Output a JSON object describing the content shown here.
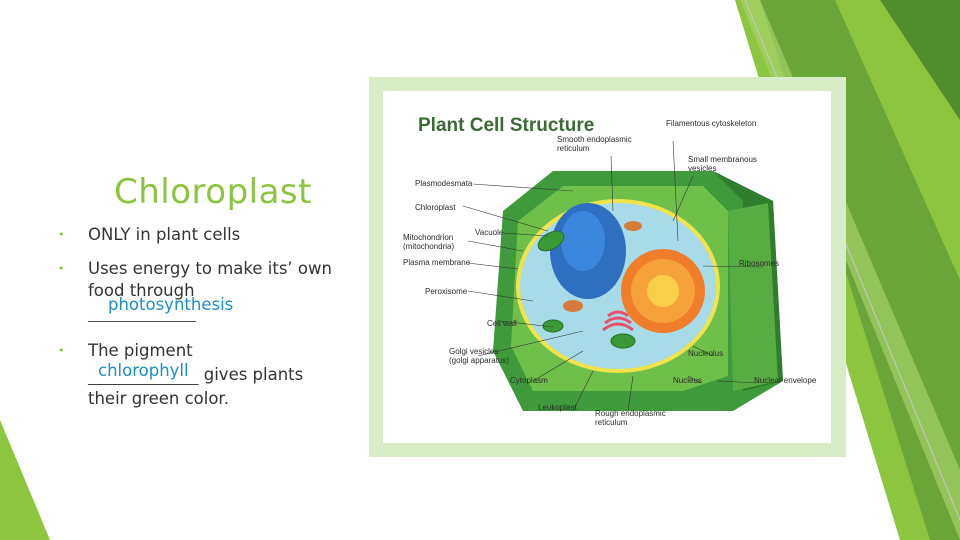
{
  "slide": {
    "title": "Chloroplast",
    "bullets": [
      {
        "text": "ONLY in plant cells"
      },
      {
        "line1": "Uses energy to make its’ own",
        "line2": "food through",
        "blank": "__________________",
        "answer": "photosynthesis"
      },
      {
        "line1": "The pigment",
        "blank": "_________________",
        "answer": "chlorophyll",
        "after": " gives plants",
        "line3": "their green color."
      }
    ]
  },
  "figure": {
    "title": "Plant Cell Structure",
    "labels": {
      "filamentous": "Filamentous cytoskeleton",
      "smooth_er": "Smooth endoplasmic reticulum",
      "membranous": "Small membranous vesicles",
      "plasmodesmata": "Plasmodesmata",
      "chloroplast": "Chloroplast",
      "vacuole": "Vacuole",
      "mitochondrion": "Mitochondrion (mitochondria)",
      "plasma_membrane": "Plasma membrane",
      "ribosomes": "Ribosomes",
      "peroxisome": "Peroxisome",
      "cell_wall": "Cell wall",
      "golgi": "Golgi vesicles (golgi apparatus)",
      "nucleolus": "Nucleolus",
      "cytoplasm": "Cytoplasm",
      "nucleus": "Nucleus",
      "nuclear_envelope": "Nuclear envelope",
      "leukoplast": "Leukoplast",
      "rough_er": "Rough endoplasmic reticulum"
    }
  },
  "colors": {
    "accent": "#8cc63f",
    "answer": "#1a8fc9",
    "dark_green": "#3f8f3a"
  }
}
